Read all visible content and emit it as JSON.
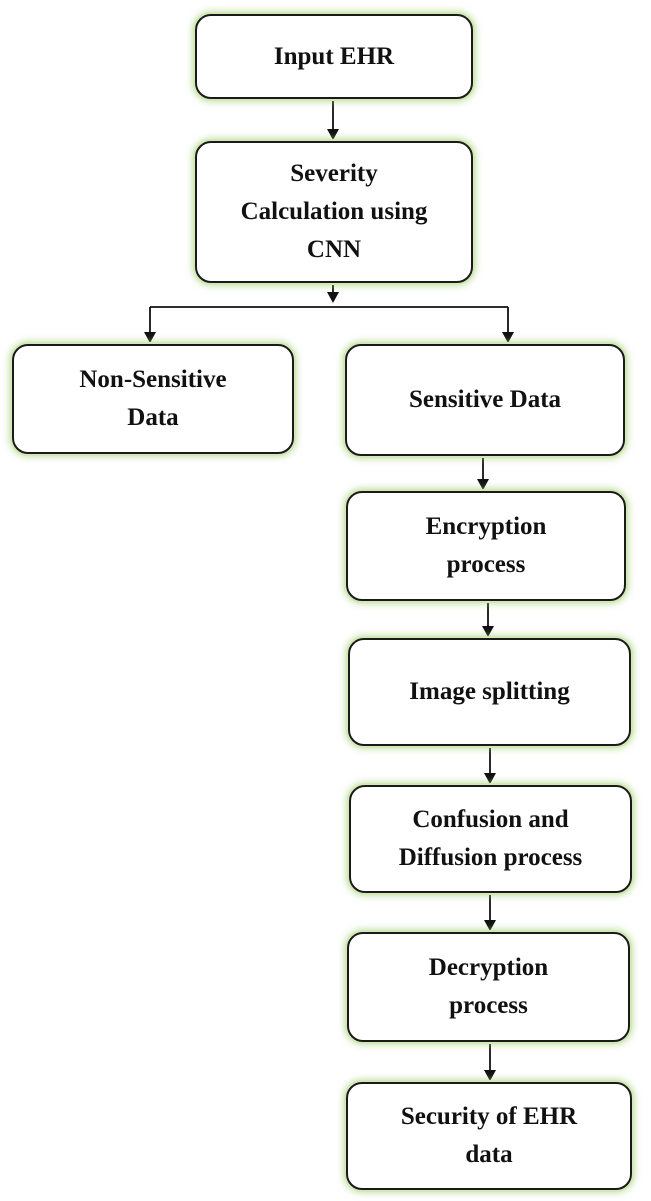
{
  "diagram": {
    "nodes": {
      "input_ehr": "Input EHR",
      "severity_calculation": "Severity\nCalculation using\nCNN",
      "non_sensitive_data": "Non-Sensitive\nData",
      "sensitive_data": "Sensitive Data",
      "encryption_process": "Encryption\nprocess",
      "image_splitting": "Image splitting",
      "confusion_diffusion": "Confusion and\nDiffusion process",
      "decryption_process": "Decryption\nprocess",
      "security_of_ehr": "Security of EHR\ndata"
    },
    "edges": [
      {
        "from": "input_ehr",
        "to": "severity_calculation"
      },
      {
        "from": "severity_calculation",
        "to": "non_sensitive_data"
      },
      {
        "from": "severity_calculation",
        "to": "sensitive_data"
      },
      {
        "from": "sensitive_data",
        "to": "encryption_process"
      },
      {
        "from": "encryption_process",
        "to": "image_splitting"
      },
      {
        "from": "image_splitting",
        "to": "confusion_diffusion"
      },
      {
        "from": "confusion_diffusion",
        "to": "decryption_process"
      },
      {
        "from": "decryption_process",
        "to": "security_of_ehr"
      }
    ]
  }
}
